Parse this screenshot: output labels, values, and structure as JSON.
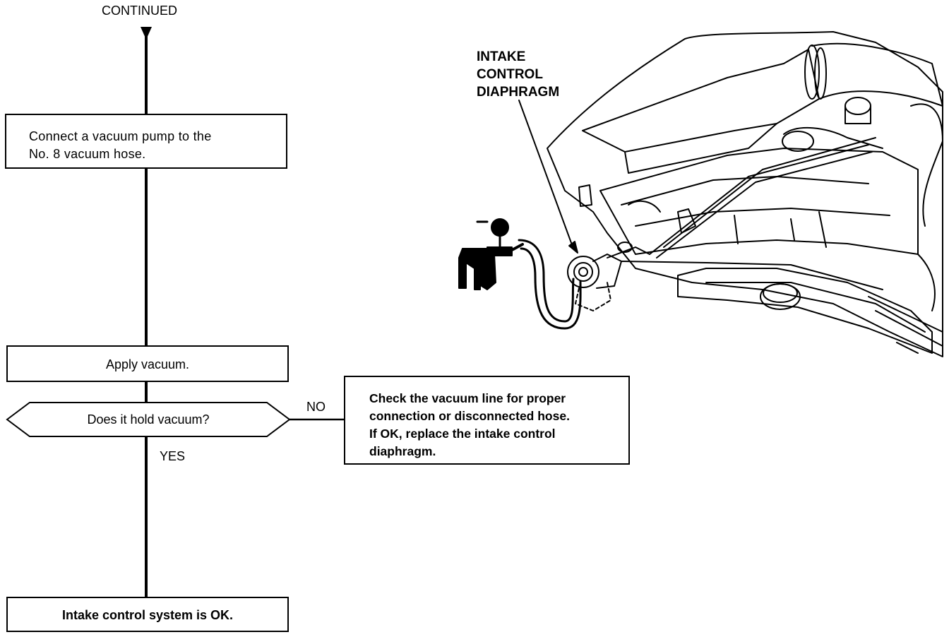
{
  "flowchart": {
    "continued_label": "CONTINUED",
    "step1_lines": [
      "Connect a vacuum pump to the",
      "No. 8 vacuum hose."
    ],
    "step2": "Apply vacuum.",
    "decision": "Does it hold vacuum?",
    "no_label": "NO",
    "yes_label": "YES",
    "no_result_lines": [
      "Check the vacuum line for proper",
      "connection or disconnected hose.",
      "If OK, replace the intake control",
      "diaphragm."
    ],
    "final": "Intake control system is OK."
  },
  "illustration": {
    "callout_lines": [
      "INTAKE",
      "CONTROL",
      "DIAPHRAGM"
    ]
  }
}
